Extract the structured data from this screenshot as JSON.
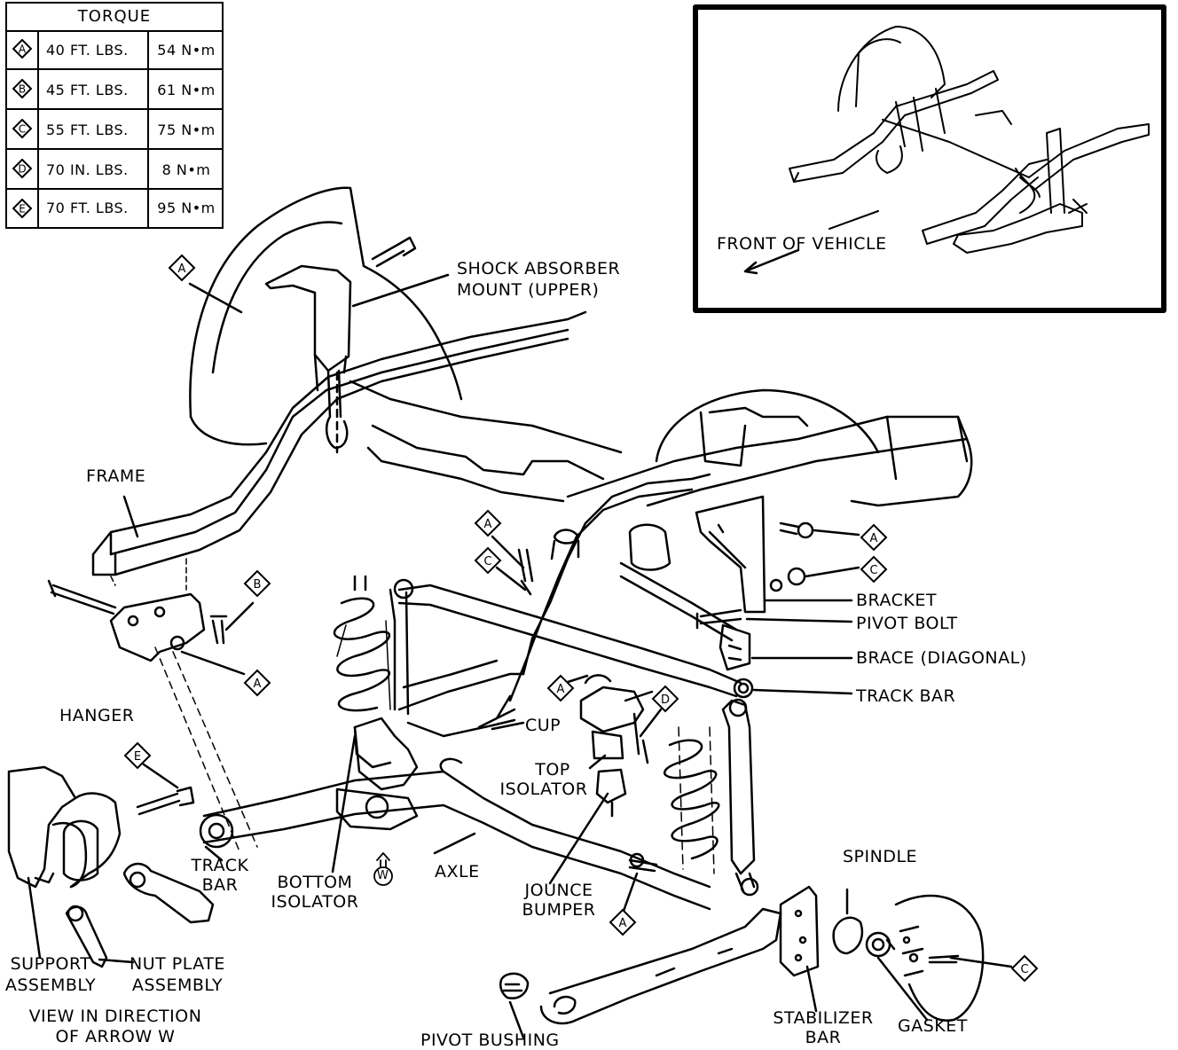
{
  "torque_table": {
    "title": "TORQUE",
    "rows": [
      {
        "key": "A",
        "ft": "40 FT. LBS.",
        "nm": "54 N•m"
      },
      {
        "key": "B",
        "ft": "45 FT. LBS.",
        "nm": "61 N•m"
      },
      {
        "key": "C",
        "ft": "55 FT. LBS.",
        "nm": "75 N•m"
      },
      {
        "key": "D",
        "ft": "70 IN. LBS.",
        "nm": "8 N•m"
      },
      {
        "key": "E",
        "ft": "70 FT. LBS.",
        "nm": "95 N•m"
      }
    ]
  },
  "inset": {
    "label": "FRONT OF VEHICLE"
  },
  "labels": {
    "shock_mount": [
      "SHOCK ABSORBER",
      "MOUNT (UPPER)"
    ],
    "frame": "FRAME",
    "hanger": "HANGER",
    "bracket": "BRACKET",
    "pivot_bolt": "PIVOT BOLT",
    "brace": "BRACE (DIAGONAL)",
    "track_bar_right": "TRACK BAR",
    "cup": "CUP",
    "top_isolator": [
      "TOP",
      "ISOLATOR"
    ],
    "track_bar_left": [
      "TRACK",
      "BAR"
    ],
    "bottom_isolator": [
      "BOTTOM",
      "ISOLATOR"
    ],
    "arrow_w": "W",
    "axle": "AXLE",
    "jounce_bumper": [
      "JOUNCE",
      "BUMPER"
    ],
    "spindle": "SPINDLE",
    "support_assembly": [
      "SUPPORT",
      "ASSEMBLY"
    ],
    "nut_plate_assembly": [
      "NUT PLATE",
      "ASSEMBLY"
    ],
    "view_direction": [
      "VIEW IN DIRECTION",
      "OF ARROW W"
    ],
    "pivot_bushing": "PIVOT BUSHING",
    "stabilizer_bar": [
      "STABILIZER",
      "BAR"
    ],
    "gasket": "GASKET"
  },
  "callouts": [
    {
      "id": "a1",
      "letter": "A"
    },
    {
      "id": "a2",
      "letter": "A"
    },
    {
      "id": "a3",
      "letter": "A"
    },
    {
      "id": "a4",
      "letter": "A"
    },
    {
      "id": "a5",
      "letter": "A"
    },
    {
      "id": "a6",
      "letter": "A"
    },
    {
      "id": "b1",
      "letter": "B"
    },
    {
      "id": "c1",
      "letter": "C"
    },
    {
      "id": "c2",
      "letter": "C"
    },
    {
      "id": "c3",
      "letter": "C"
    },
    {
      "id": "d1",
      "letter": "D"
    },
    {
      "id": "e1",
      "letter": "E"
    }
  ]
}
